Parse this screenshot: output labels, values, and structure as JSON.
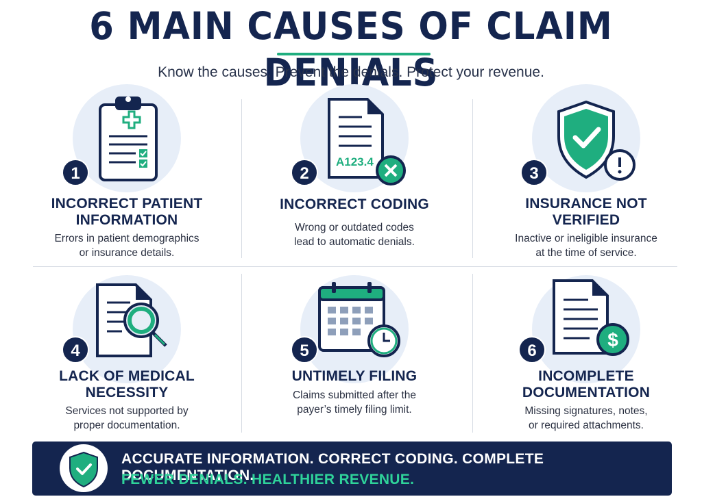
{
  "header": {
    "title": "6 MAIN CAUSES OF CLAIM DENIALS",
    "subtitle": "Know the causes. Prevent the denials. Protect your revenue."
  },
  "colors": {
    "navy": "#14254f",
    "green": "#1fae7f",
    "light_circle": "#e7eef8",
    "banner_green_text": "#2fd39a"
  },
  "causes": [
    {
      "number": "1",
      "title_line1": "INCORRECT PATIENT",
      "title_line2": "INFORMATION",
      "desc_line1": "Errors in patient demographics",
      "desc_line2": "or insurance details.",
      "icon": "clipboard-medical-icon"
    },
    {
      "number": "2",
      "title_line1": "INCORRECT CODING",
      "title_line2": "",
      "desc_line1": "Wrong or outdated codes",
      "desc_line2": "lead to automatic denials.",
      "icon": "document-code-error-icon",
      "icon_text": "A123.4"
    },
    {
      "number": "3",
      "title_line1": "INSURANCE NOT",
      "title_line2": "VERIFIED",
      "desc_line1": "Inactive or ineligible insurance",
      "desc_line2": "at the time of service.",
      "icon": "shield-check-warning-icon"
    },
    {
      "number": "4",
      "title_line1": "LACK OF MEDICAL",
      "title_line2": "NECESSITY",
      "desc_line1": "Services not supported by",
      "desc_line2": "proper documentation.",
      "icon": "document-magnifier-icon"
    },
    {
      "number": "5",
      "title_line1": "UNTIMELY FILING",
      "title_line2": "",
      "desc_line1": "Claims submitted after the",
      "desc_line2": "payer’s timely filing limit.",
      "icon": "calendar-clock-icon"
    },
    {
      "number": "6",
      "title_line1": "INCOMPLETE",
      "title_line2": "DOCUMENTATION",
      "desc_line1": "Missing signatures, notes,",
      "desc_line2": "or required attachments.",
      "icon": "document-dollar-icon"
    }
  ],
  "banner": {
    "line1": "ACCURATE INFORMATION. CORRECT CODING. COMPLETE DOCUMENTATION.",
    "line2": "FEWER DENIALS. HEALTHIER REVENUE.",
    "icon": "shield-check-icon"
  }
}
